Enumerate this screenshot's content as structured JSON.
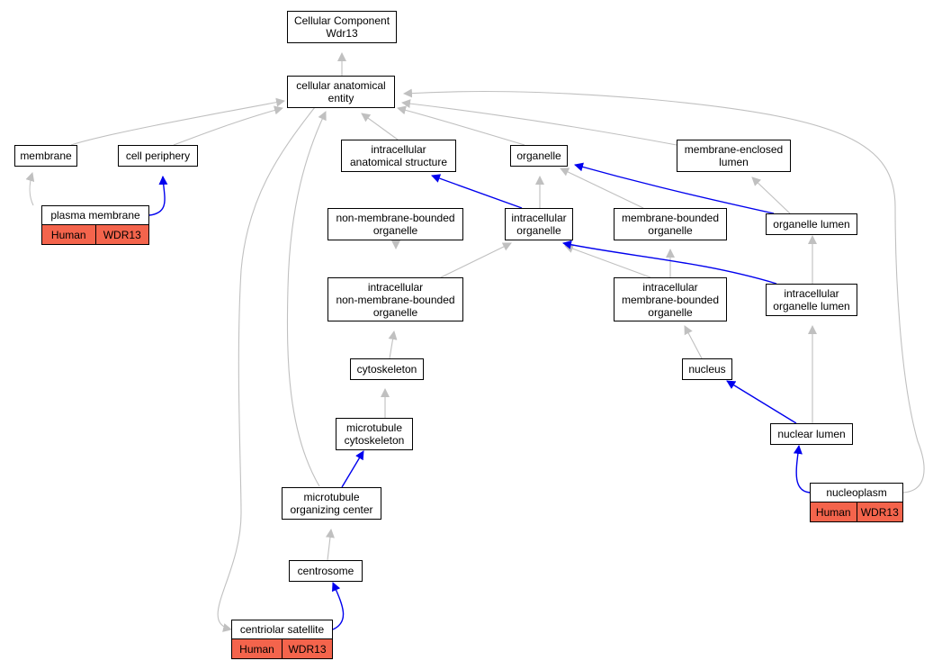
{
  "colors": {
    "is_a_edge": "#c0c0c0",
    "part_of_edge": "#0000ee",
    "annotation_fill": "#f4644c"
  },
  "nodes": {
    "root": "Cellular Component\nWdr13",
    "cae": "cellular anatomical\nentity",
    "membrane": "membrane",
    "cellper": "cell periphery",
    "ias": "intracellular\nanatomical structure",
    "organelle": "organelle",
    "mel": "membrane-enclosed\nlumen",
    "plasma": "plasma membrane",
    "nmbo": "non-membrane-bounded\norganelle",
    "io": "intracellular\norganelle",
    "mbo": "membrane-bounded\norganelle",
    "orglumen": "organelle lumen",
    "inmbo": "intracellular\nnon-membrane-bounded\norganelle",
    "imbo": "intracellular\nmembrane-bounded\norganelle",
    "iol": "intracellular\norganelle lumen",
    "cytosk": "cytoskeleton",
    "nucleus": "nucleus",
    "mtcyto": "microtubule\ncytoskeleton",
    "nuclumen": "nuclear lumen",
    "mtoc": "microtubule\norganizing center",
    "nucleoplasm": "nucleoplasm",
    "centrosome": "centrosome",
    "centsat": "centriolar satellite"
  },
  "annotations": {
    "plasma": [
      "Human",
      "WDR13"
    ],
    "nucleoplasm": [
      "Human",
      "WDR13"
    ],
    "centsat": [
      "Human",
      "WDR13"
    ]
  }
}
